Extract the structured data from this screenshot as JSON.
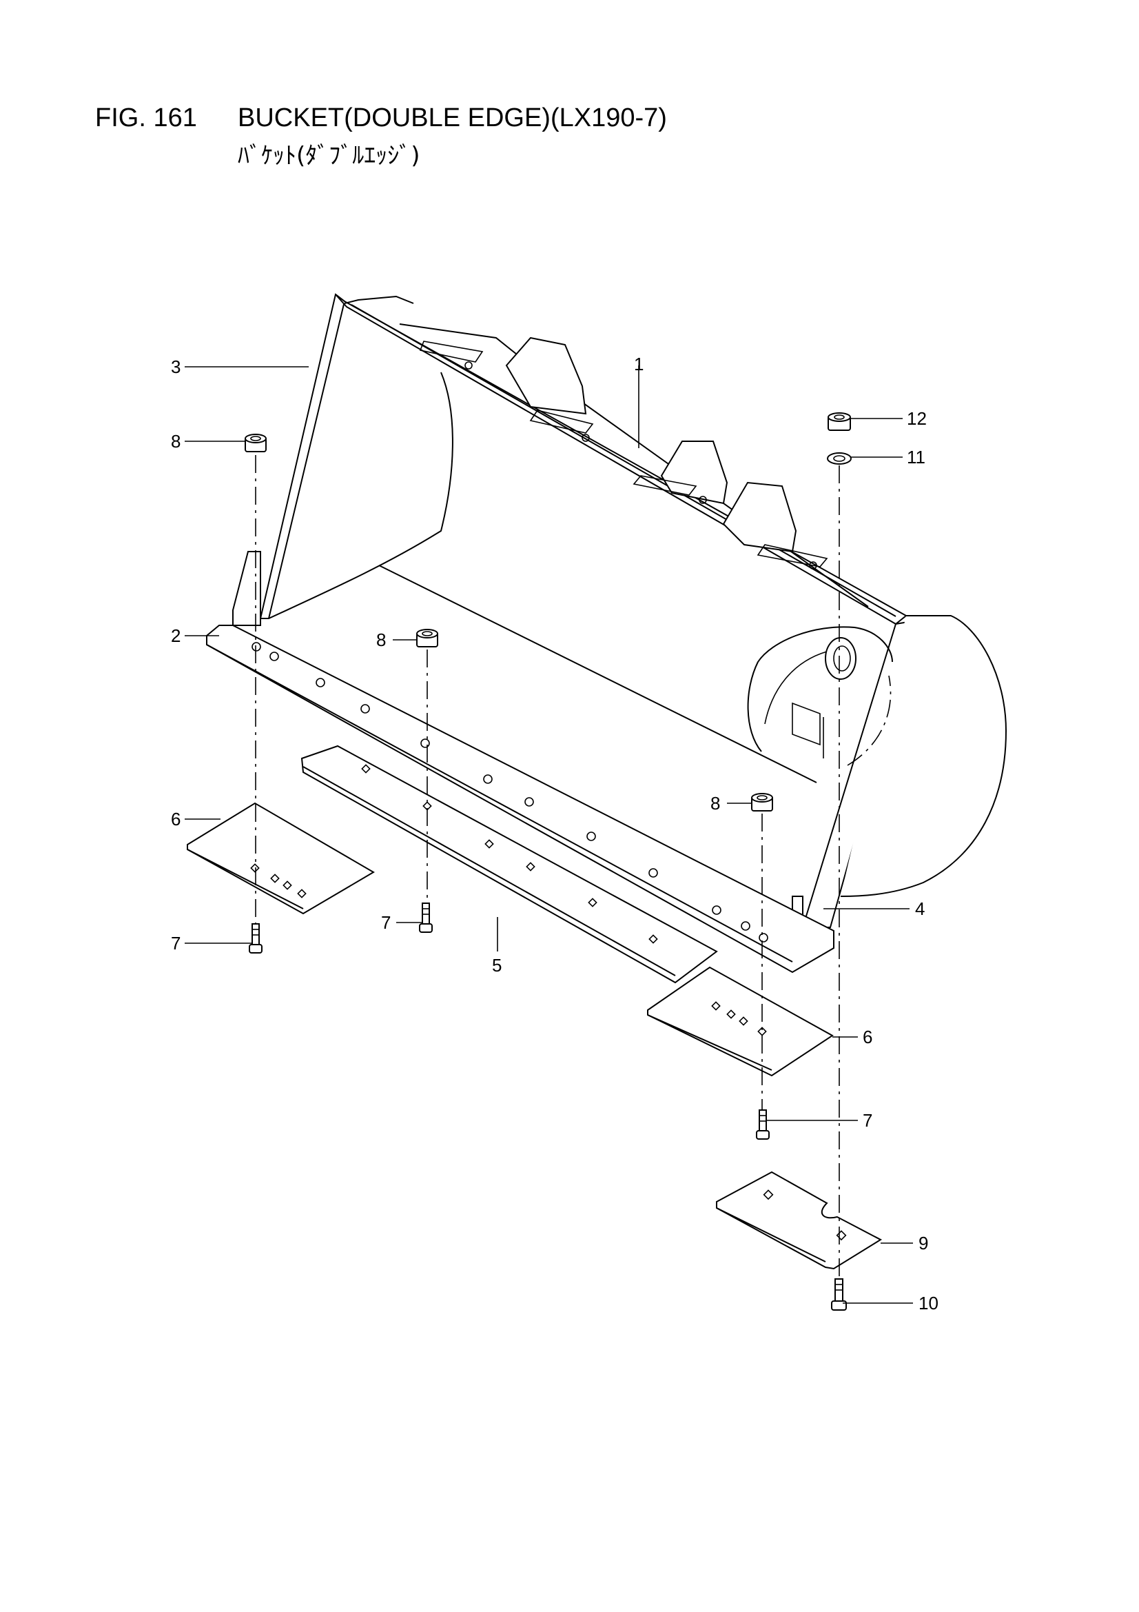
{
  "header": {
    "figure_number": "FIG. 161",
    "title": "BUCKET(DOUBLE EDGE)(LX190-7)",
    "subtitle": "ﾊﾞｹｯﾄ(ﾀﾞﾌﾞﾙｴｯｼﾞ)"
  },
  "callouts": {
    "c1": "1",
    "c2": "2",
    "c3": "3",
    "c4": "4",
    "c5": "5",
    "c6a": "6",
    "c6b": "6",
    "c7a": "7",
    "c7b": "7",
    "c7c": "7",
    "c8a": "8",
    "c8b": "8",
    "c8c": "8",
    "c9": "9",
    "c10": "10",
    "c11": "11",
    "c12": "12"
  }
}
